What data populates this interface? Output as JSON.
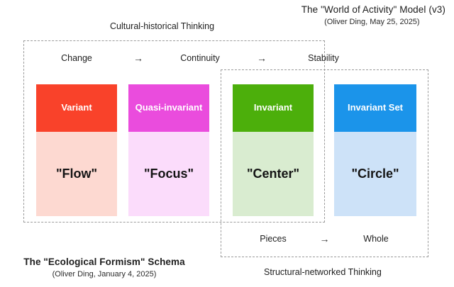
{
  "titles": {
    "model": {
      "heading": "The \"World of Activity\" Model (v3)",
      "credit": "(Oliver Ding, May 25, 2025)"
    },
    "schema": {
      "heading": "The \"Ecological Formism\" Schema",
      "credit": "(Oliver Ding, January 4, 2025)"
    }
  },
  "frames": {
    "left_label": "Cultural-historical Thinking",
    "right_label": "Structural-networked Thinking"
  },
  "relations": {
    "top": {
      "terms": [
        "Change",
        "Continuity",
        "Stability"
      ],
      "arrow": "→"
    },
    "bottom": {
      "terms": [
        "Pieces",
        "Whole"
      ],
      "arrow": "→"
    }
  },
  "cards": [
    {
      "key": "variant",
      "head": "Variant",
      "body": "\"Flow\"",
      "head_color": "#f9422a",
      "body_color": "#fdd9d1"
    },
    {
      "key": "quasi-invariant",
      "head_line1": "Quasi",
      "head_line2": "-invariant",
      "head": "Quasi -invariant",
      "body": "\"Focus\"",
      "head_color": "#ea4cdd",
      "body_color": "#fbdcfb"
    },
    {
      "key": "invariant",
      "head": "Invariant",
      "body": "\"Center\"",
      "head_color": "#4caf0b",
      "body_color": "#d9ecd0"
    },
    {
      "key": "invariant-set",
      "head": "Invariant Set",
      "body": "\"Circle\"",
      "head_color": "#1b94ea",
      "body_color": "#cde2f8"
    }
  ]
}
